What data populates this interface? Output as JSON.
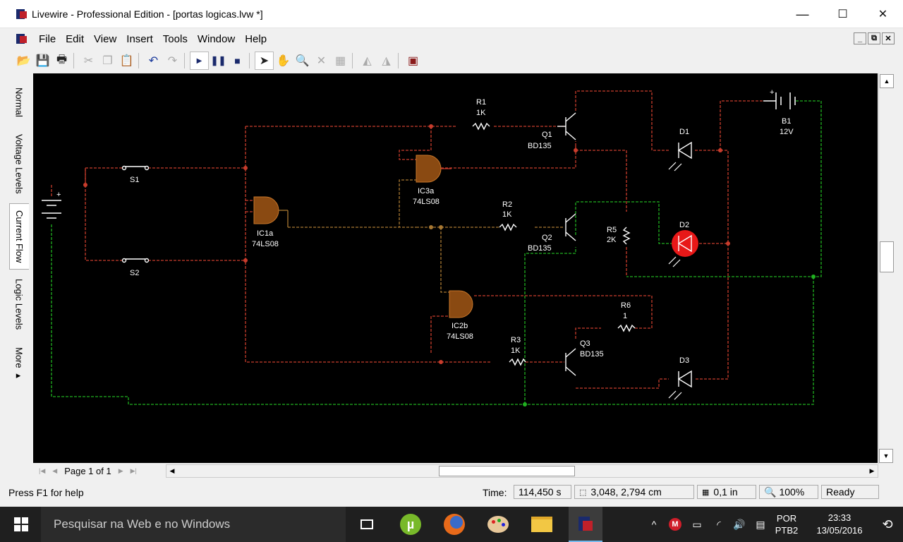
{
  "window": {
    "title": "Livewire - Professional Edition - [portas logicas.lvw *]",
    "minimize": "—",
    "maximize": "☐",
    "close": "✕"
  },
  "menu": {
    "items": [
      "File",
      "Edit",
      "View",
      "Insert",
      "Tools",
      "Window",
      "Help"
    ],
    "mdi_min": "_",
    "mdi_restore": "⧉",
    "mdi_close": "✕"
  },
  "toolbar": {
    "icons": [
      "open-icon",
      "save-icon",
      "print-icon",
      "cut-icon",
      "copy-icon",
      "paste-icon",
      "undo-icon",
      "redo-icon",
      "play-icon",
      "pause-icon",
      "stop-icon",
      "select-arrow-icon",
      "pan-hand-icon",
      "zoom-icon",
      "delete-icon",
      "probe-icon",
      "flip-icon",
      "mirror-icon",
      "gallery-icon"
    ]
  },
  "side_tabs": [
    "Normal",
    "Voltage Levels",
    "Current Flow",
    "Logic Levels",
    "More ▸"
  ],
  "circuit": {
    "colors": {
      "wire_red": "#c83c2c",
      "wire_orange": "#a87832",
      "wire_green": "#20b020",
      "gate_fill": "#8a4a12",
      "led_on": "#e81818",
      "led_off": "#1a1a1a",
      "text": "#ffffff"
    },
    "labels": {
      "s1": "S1",
      "s2": "S2",
      "ic1a": "IC1a",
      "ic1a_type": "74LS08",
      "ic3a": "IC3a",
      "ic3a_type": "74LS08",
      "ic2b": "IC2b",
      "ic2b_type": "74LS08",
      "r1": "R1",
      "r1_val": "1K",
      "r2": "R2",
      "r2_val": "1K",
      "r3": "R3",
      "r3_val": "1K",
      "r5": "R5",
      "r5_val": "2K",
      "r6": "R6",
      "r6_val": "1",
      "q1": "Q1",
      "q1_type": "BD135",
      "q2": "Q2",
      "q2_type": "BD135",
      "q3": "Q3",
      "q3_type": "BD135",
      "d1": "D1",
      "d2": "D2",
      "d3": "D3",
      "b1": "B1",
      "b1_val": "12V",
      "plus": "+"
    }
  },
  "pager": {
    "label": "Page 1 of 1"
  },
  "status": {
    "help": "Press F1 for help",
    "time_label": "Time:",
    "time_value": "114,450 s",
    "coords": "3,048, 2,794 cm",
    "grid": "0,1 in",
    "zoom": "100%",
    "state": "Ready"
  },
  "taskbar": {
    "search_placeholder": "Pesquisar na Web e no Windows",
    "lang1": "POR",
    "lang2": "PTB2",
    "time": "23:33",
    "date": "13/05/2016"
  }
}
